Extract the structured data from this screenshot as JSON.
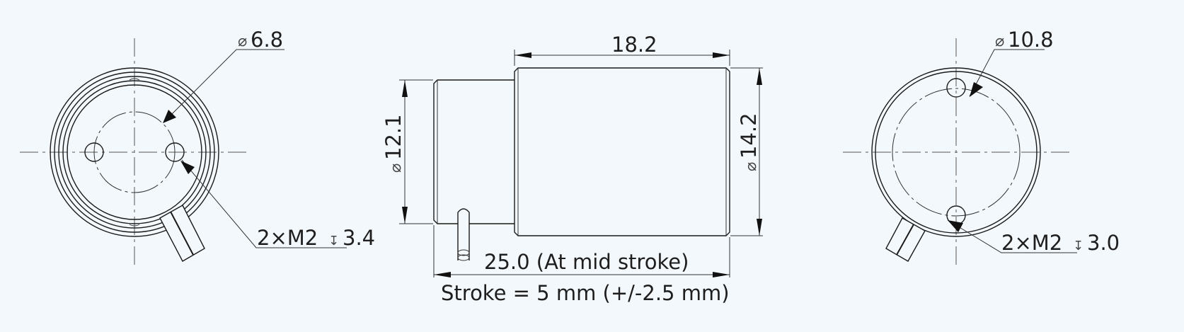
{
  "drawing": {
    "background": "#f3f8fc",
    "line_color": "#1a1a1a",
    "left_view": {
      "bolt_circle_label": "6.8",
      "bolt_circle_symbol": "⌀",
      "thread_label_prefix": "2×M2",
      "depth_symbol": "↧",
      "thread_depth": "3.4"
    },
    "side_view": {
      "body_length": "18.2",
      "front_diameter_symbol": "⌀",
      "front_diameter": "12.1",
      "body_diameter_symbol": "⌀",
      "body_diameter": "14.2",
      "overall_length": "25.0 (At mid stroke)",
      "stroke_note": "Stroke = 5 mm (+/-2.5 mm)"
    },
    "right_view": {
      "bolt_circle_label": "10.8",
      "bolt_circle_symbol": "⌀",
      "thread_label_prefix": "2×M2",
      "depth_symbol": "↧",
      "thread_depth": "3.0"
    }
  }
}
